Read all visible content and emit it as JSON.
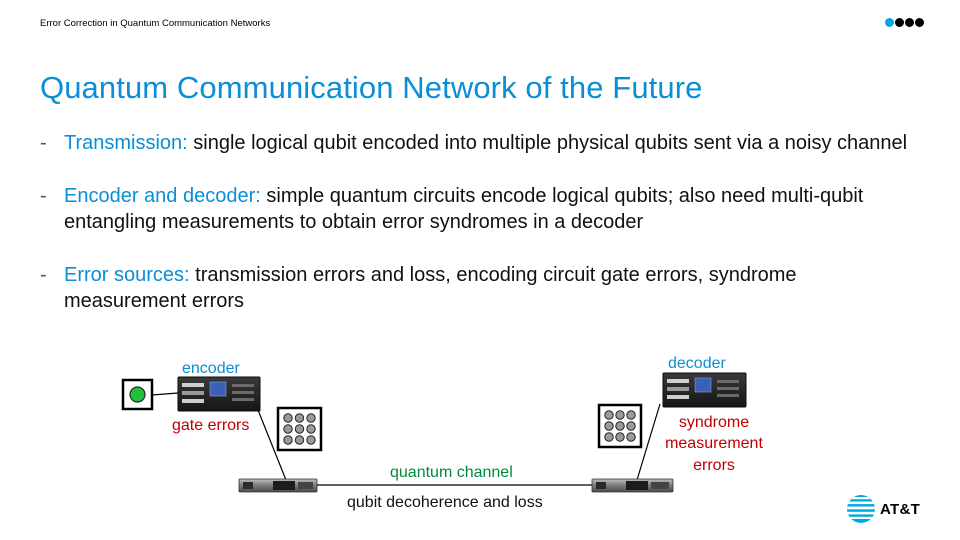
{
  "header": {
    "title": "Error Correction in Quantum Communication Networks"
  },
  "slide": {
    "title": "Quantum Communication Network of the Future",
    "bullets": [
      {
        "dash": "-",
        "lead": "Transmission:",
        "text": " single logical qubit encoded into multiple physical qubits sent via a noisy channel"
      },
      {
        "dash": "-",
        "lead": "Encoder and decoder:",
        "text": " simple quantum circuits encode logical qubits; also need multi-qubit entangling measurements to obtain error syndromes in a decoder"
      },
      {
        "dash": "-",
        "lead": "Error sources:",
        "text": " transmission errors and loss, encoding circuit gate errors, syndrome measurement errors"
      }
    ]
  },
  "diagram": {
    "encoder_label": "encoder",
    "decoder_label": "decoder",
    "gate_errors_label": "gate errors",
    "syndrome_label_line1": "syndrome",
    "syndrome_label_line2": "measurement",
    "syndrome_label_line3": "errors",
    "channel_label": "quantum channel",
    "loss_label": "qubit decoherence and loss",
    "logical_qubit_color": "#22C03A"
  },
  "logo": {
    "text": "AT&T",
    "color": "#00A8E0"
  }
}
